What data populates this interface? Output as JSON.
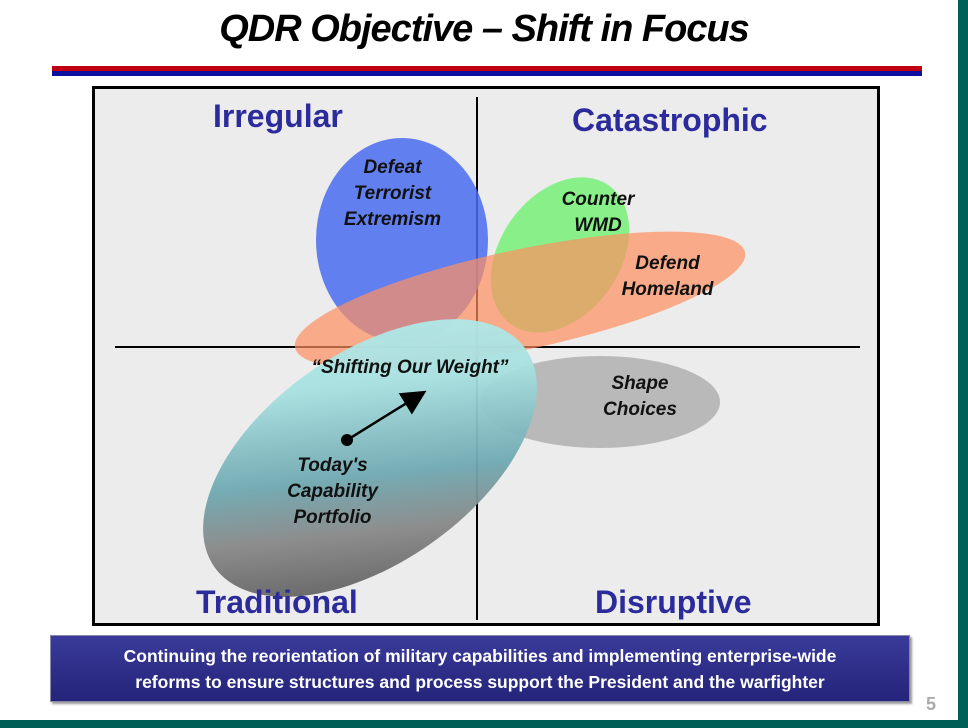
{
  "title": "QDR Objective – Shift in Focus",
  "quadrants": {
    "top_left": "Irregular",
    "top_right": "Catastrophic",
    "bottom_left": "Traditional",
    "bottom_right": "Disruptive"
  },
  "ellipses": {
    "defeat": [
      "Defeat",
      "Terrorist",
      "Extremism"
    ],
    "wmd": [
      "Counter",
      "WMD"
    ],
    "homeland": [
      "Defend",
      "Homeland"
    ],
    "shape": [
      "Shape",
      "Choices"
    ],
    "shifting": "“Shifting Our Weight”",
    "portfolio": [
      "Today's",
      "Capability",
      "Portfolio"
    ]
  },
  "banner": [
    "Continuing the reorientation of military capabilities and implementing enterprise-wide",
    "reforms to ensure structures and process support the President and the warfighter"
  ],
  "page_number": "5"
}
